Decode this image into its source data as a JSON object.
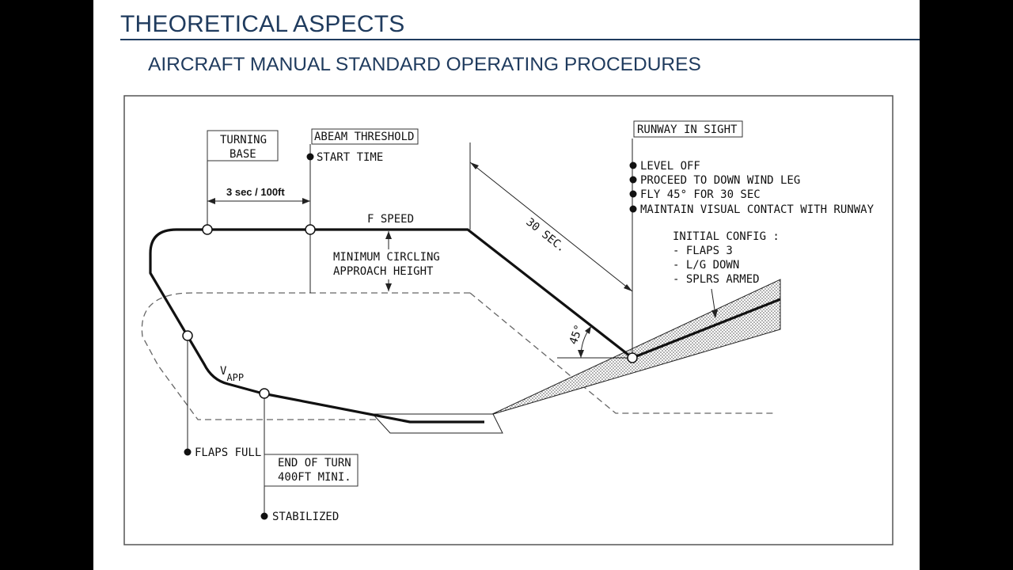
{
  "slide": {
    "title": "THEORETICAL ASPECTS",
    "subtitle": "AIRCRAFT MANUAL STANDARD OPERATING PROCEDURES"
  },
  "diagram": {
    "turning_base": [
      "TURNING",
      "BASE"
    ],
    "abeam_threshold": "ABEAM THRESHOLD",
    "start_time": "START TIME",
    "timing": "3 sec / 100ft",
    "f_speed": "F SPEED",
    "min_circling": [
      "MINIMUM CIRCLING",
      "APPROACH HEIGHT"
    ],
    "thirty_sec": "30 SEC.",
    "runway_in_sight": "RUNWAY IN SIGHT",
    "runway_actions": [
      "LEVEL OFF",
      "PROCEED TO DOWN WIND LEG",
      "FLY 45° FOR 30 SEC",
      "MAINTAIN VISUAL CONTACT WITH RUNWAY"
    ],
    "initial_config": {
      "title": "INITIAL CONFIG :",
      "items": [
        "- FLAPS 3",
        "- L/G DOWN",
        "- SPLRS ARMED"
      ]
    },
    "angle": "45°",
    "vapp": "V",
    "vapp_sub": "APP",
    "flaps_full": "FLAPS FULL",
    "end_of_turn": [
      "END OF TURN",
      "400FT MINI."
    ],
    "stabilized": "STABILIZED"
  }
}
